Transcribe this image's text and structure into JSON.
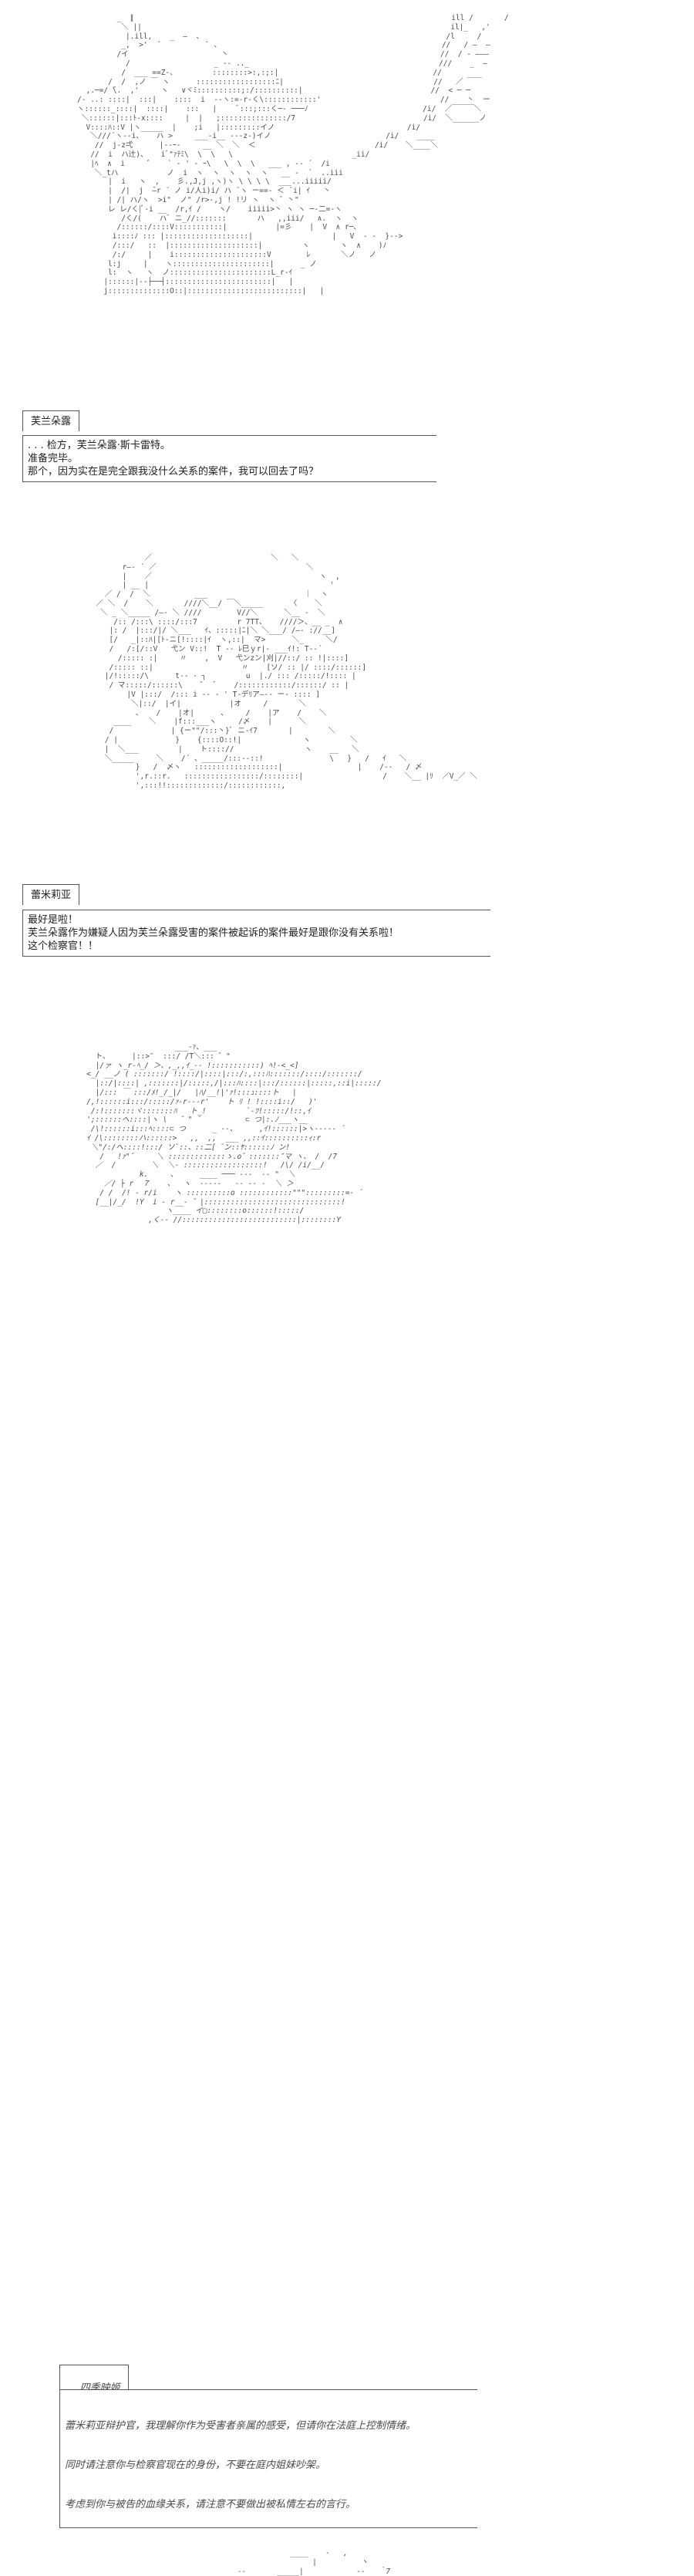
{
  "scenes": [
    {
      "speaker": "芙兰朵露",
      "lines": [
        ". . . 检方，芙兰朵露·斯卡雷特。",
        "准备完毕。",
        "那个，因为实在是完全跟我没什么关系的案件，我可以回去了吗？"
      ]
    },
    {
      "speaker": "蕾米莉亚",
      "lines": [
        "最好是啦！",
        "芙兰朵露作为嫌疑人因为芙兰朵露受害的案件被起诉的案件最好是跟你没有关系啦！",
        "这个检察官！！"
      ]
    },
    {
      "speaker": "四季映姬",
      "lines": [
        "蕾米莉亚辩护官，我理解你作为受害者亲属的感受，但请你在法庭上控制情绪。",
        "同时请注意你与检察官现在的身份，不要在庭内姐妹吵架。",
        "考虑到你与被告的血缘关系，请注意不要做出被私情左右的言行。"
      ]
    }
  ]
}
